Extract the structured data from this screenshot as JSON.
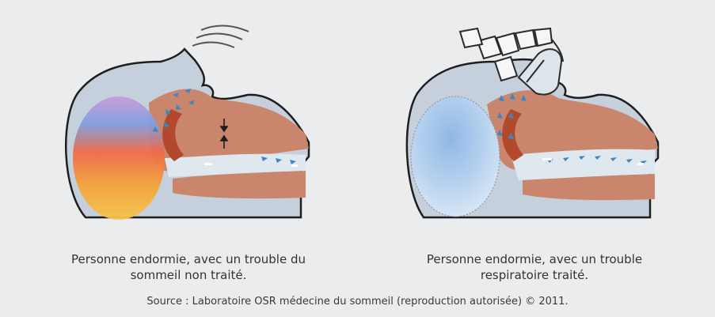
{
  "figure": {
    "captions": {
      "untreated": "Personne endormie, avec un trouble du sommeil non traité.",
      "treated": "Personne endormie, avec un trouble respiratoire traité."
    },
    "source": "Source : Laboratoire OSR médecine du sommeil (reproduction autorisée) © 2011."
  },
  "colors": {
    "background": "#ebeced",
    "head_fill": "#c6d0dc",
    "tissue": "#c9866c",
    "airway": "#dfe7ef",
    "airflow_arrow": "#3d86c6",
    "brain_untreated_hot": "#f29a2a",
    "brain_treated_cool": "#a9c9ea"
  }
}
